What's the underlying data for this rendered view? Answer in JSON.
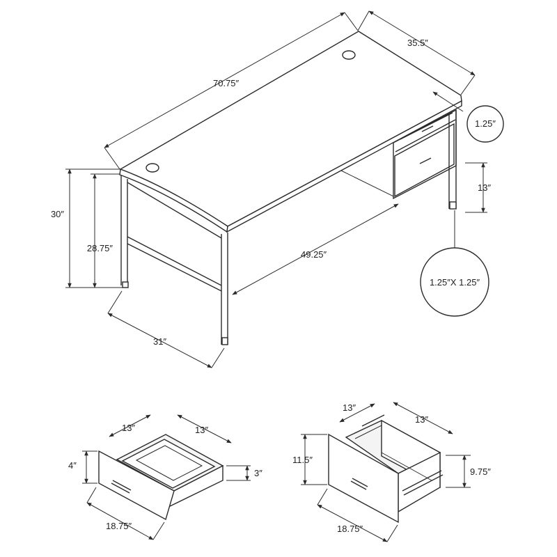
{
  "desk": {
    "width_label": "70.75″",
    "depth_label": "35.5″",
    "top_thickness_label": "1.25″",
    "drawer_height_label": "13″",
    "height_label": "30″",
    "clearance_label": "28.75″",
    "knee_width_label": "49.25″",
    "leg_span_label": "31″",
    "leg_size_label": "1.25″X 1.25″"
  },
  "small_drawer": {
    "width_label": "13″",
    "depth_label": "13″",
    "front_height_label": "4″",
    "inner_height_label": "3″",
    "front_width_label": "18.75″"
  },
  "large_drawer": {
    "width_label": "13″",
    "depth_label": "13″",
    "front_height_label": "11.5″",
    "inner_height_label": "9.75″",
    "front_width_label": "18.75″"
  }
}
